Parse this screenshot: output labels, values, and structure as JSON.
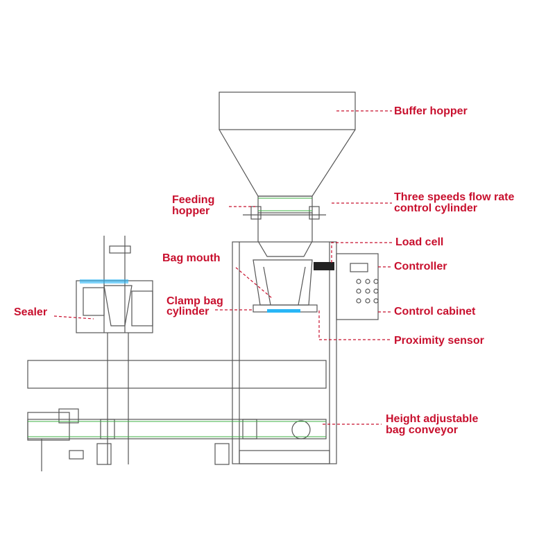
{
  "labels": {
    "buffer_hopper": "Buffer hopper",
    "three_speeds_line1": "Three speeds flow rate",
    "three_speeds_line2": "control cylinder",
    "feeding_hopper_line1": "Feeding",
    "feeding_hopper_line2": "hopper",
    "load_cell": "Load cell",
    "bag_mouth": "Bag mouth",
    "controller": "Controller",
    "clamp_bag_line1": "Clamp bag",
    "clamp_bag_line2": "cylinder",
    "sealer": "Sealer",
    "control_cabinet": "Control cabinet",
    "proximity_sensor": "Proximity sensor",
    "height_adjustable_line1": "Height adjustable",
    "height_adjustable_line2": "bag conveyor"
  },
  "colors": {
    "label_text": "#c8102e",
    "leader_line": "#c8102e",
    "drawing_line": "#555555",
    "green_line": "#3cb043",
    "blue_accent": "#29b6f6"
  }
}
